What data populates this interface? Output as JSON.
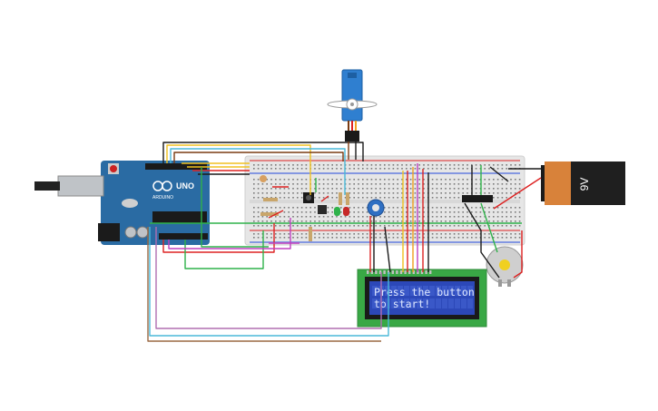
{
  "circuit": {
    "arduino": {
      "board_label": "UNO",
      "brand_label": "ARDUINO"
    },
    "battery": {
      "label": "9V"
    },
    "lcd": {
      "line1": "Press the button",
      "line2": "to start!"
    },
    "colors": {
      "breadboard": "#e6e6e6",
      "arduino": "#2a6ba3",
      "lcd_board": "#39a845",
      "lcd_screen": "#2c48b8",
      "battery_body": "#d8823a",
      "servo": "#2f7fd0"
    }
  }
}
